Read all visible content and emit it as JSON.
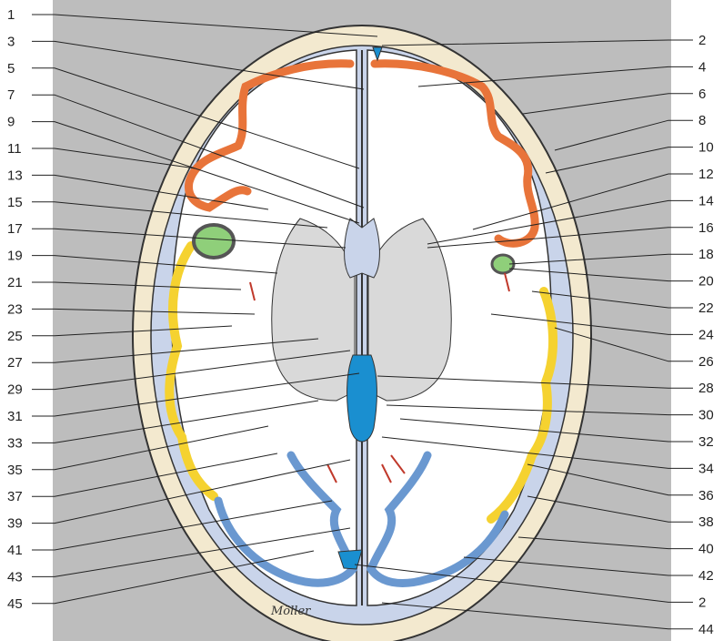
{
  "figure": {
    "colors": {
      "panel": "#bdbdbd",
      "bone": "#f3e9cf",
      "white_matter": "#ffffff",
      "deep_nuclei": "#d9d9d9",
      "ventricle": "#c9d4ea",
      "csf_blue": "#1a8fd0",
      "frontal_cortex": "#e8743a",
      "temporal_cortex": "#f5d230",
      "occipital_cortex": "#6a98d0",
      "green_structure": "#8fcf7a",
      "vessel_red": "#c0392b"
    },
    "signature": "Möller",
    "left_labels": [
      "1",
      "3",
      "5",
      "7",
      "9",
      "11",
      "13",
      "15",
      "17",
      "19",
      "21",
      "23",
      "25",
      "27",
      "29",
      "31",
      "33",
      "35",
      "37",
      "39",
      "41",
      "43",
      "45"
    ],
    "right_labels": [
      "2",
      "4",
      "6",
      "8",
      "10",
      "12",
      "14",
      "16",
      "18",
      "20",
      "22",
      "24",
      "26",
      "28",
      "30",
      "32",
      "34",
      "36",
      "38",
      "40",
      "42",
      "2",
      "44"
    ]
  }
}
